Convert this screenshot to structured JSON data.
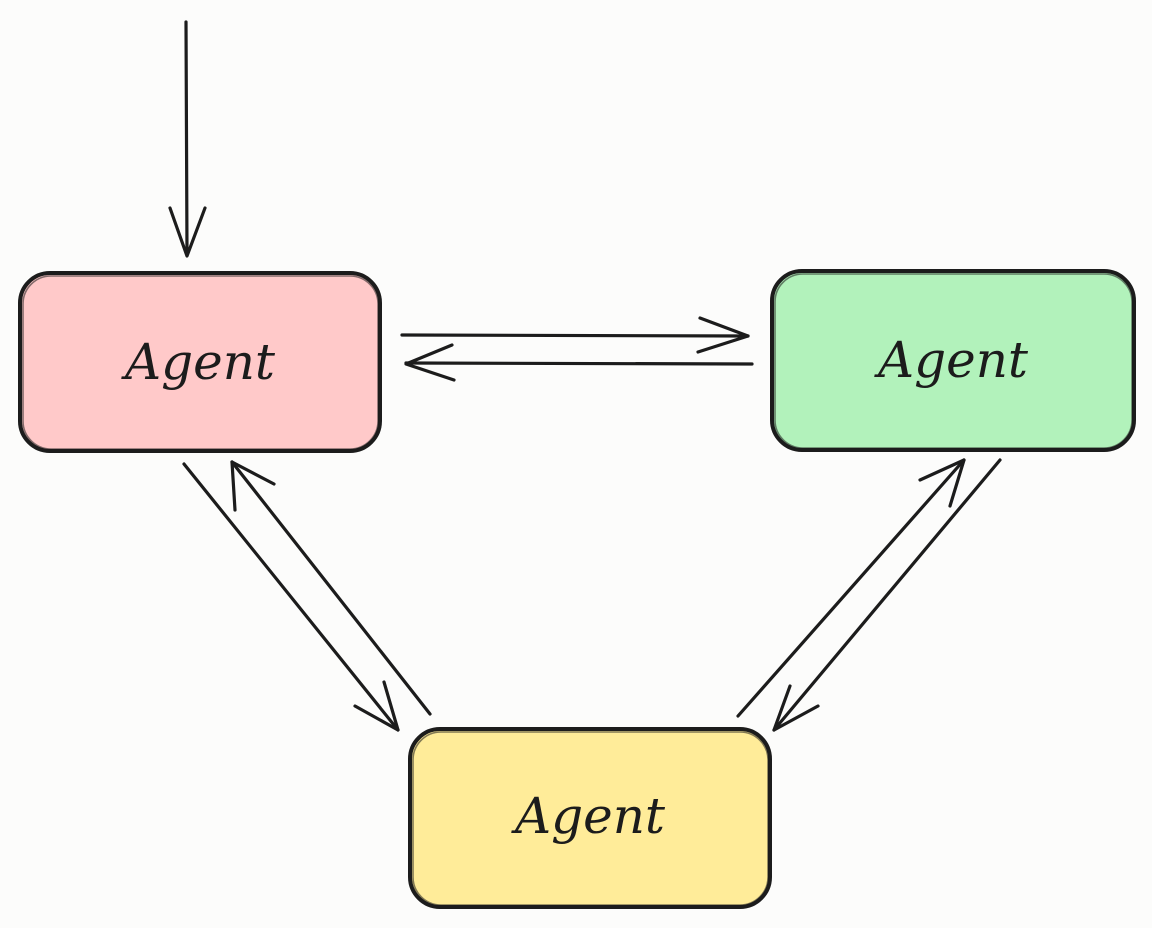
{
  "nodes": {
    "red": {
      "label": "Agent",
      "fill": "#ffc9c9"
    },
    "green": {
      "label": "Agent",
      "fill": "#b2f2bb"
    },
    "yellow": {
      "label": "Agent",
      "fill": "#ffec99"
    }
  },
  "edges": [
    {
      "from": "input",
      "to": "red"
    },
    {
      "from": "red",
      "to": "green"
    },
    {
      "from": "green",
      "to": "red"
    },
    {
      "from": "red",
      "to": "yellow"
    },
    {
      "from": "yellow",
      "to": "red"
    },
    {
      "from": "green",
      "to": "yellow"
    },
    {
      "from": "yellow",
      "to": "green"
    }
  ],
  "colors": {
    "stroke": "#1c1c1c",
    "background": "#fcfcfb"
  }
}
